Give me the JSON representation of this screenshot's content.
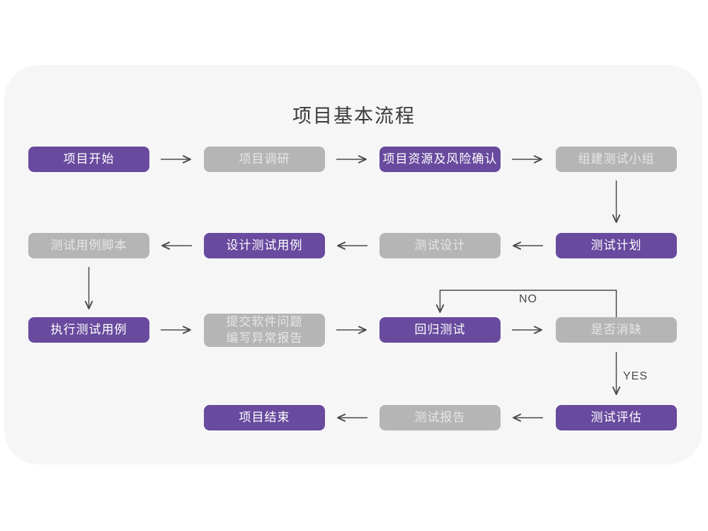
{
  "title": "项目基本流程",
  "colors": {
    "page-bg": "#ffffff",
    "card-bg": "#f6f6f7",
    "primary": "#684a9e",
    "muted": "#b5b5b5",
    "node-text": "#ffffff",
    "muted-text": "#e6e6e6",
    "arrow": "#4a4a4a",
    "title-text": "#3a3a3a",
    "label-text": "#4a4a4a"
  },
  "nodes": [
    {
      "label": "项目开始",
      "variant": "primary"
    },
    {
      "label": "项目调研",
      "variant": "muted"
    },
    {
      "label": "项目资源及风险确认",
      "variant": "primary"
    },
    {
      "label": "组建测试小组",
      "variant": "muted"
    },
    {
      "label": "测试用例脚本",
      "variant": "muted"
    },
    {
      "label": "设计测试用例",
      "variant": "primary"
    },
    {
      "label": "测试设计",
      "variant": "muted"
    },
    {
      "label": "测试计划",
      "variant": "primary"
    },
    {
      "label": "执行测试用例",
      "variant": "primary"
    },
    {
      "label": "提交软件问题\n编写异常报告",
      "variant": "muted"
    },
    {
      "label": "回归测试",
      "variant": "primary"
    },
    {
      "label": "是否消缺",
      "variant": "muted"
    },
    {
      "label": "测试评估",
      "variant": "primary"
    },
    {
      "label": "测试报告",
      "variant": "muted"
    },
    {
      "label": "项目结束",
      "variant": "primary"
    }
  ],
  "edge_labels": {
    "no": "NO",
    "yes": "YES"
  }
}
